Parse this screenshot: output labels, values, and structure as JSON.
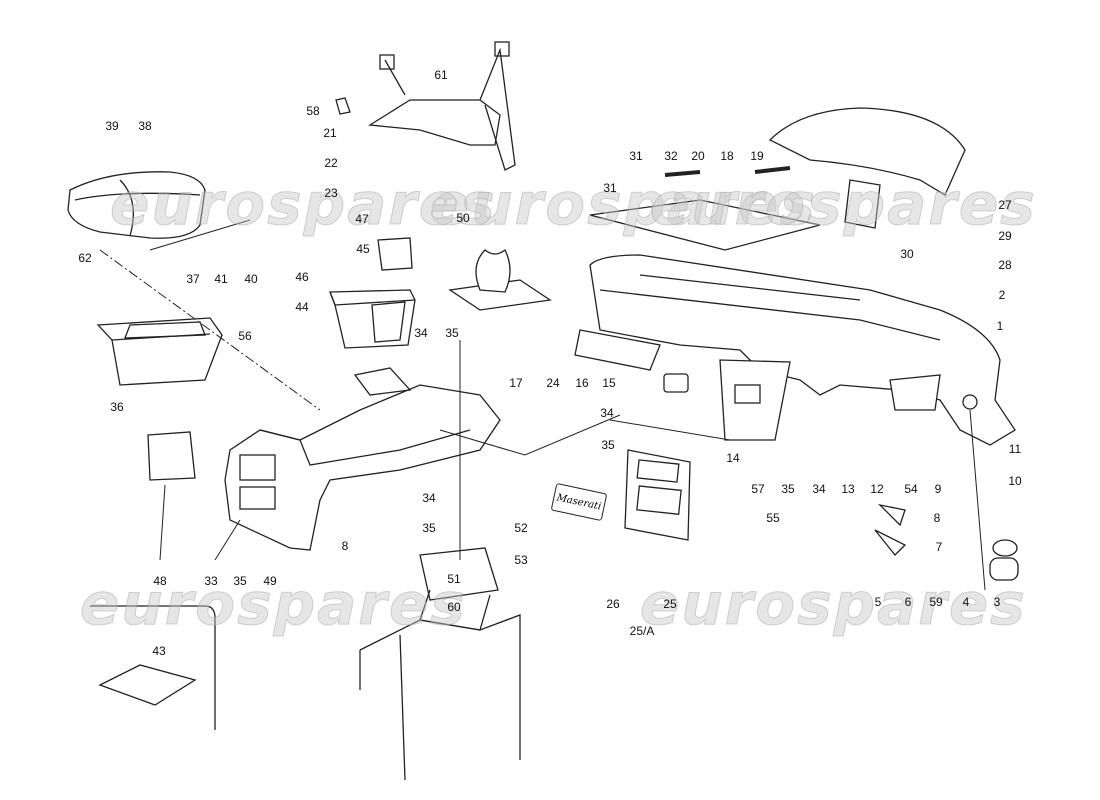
{
  "watermark": "eurospares",
  "badge_text": "Maserati",
  "callouts": [
    "39",
    "38",
    "62",
    "37",
    "41",
    "40",
    "61",
    "58",
    "21",
    "22",
    "23",
    "47",
    "45",
    "46",
    "44",
    "50",
    "34",
    "35",
    "56",
    "36",
    "31",
    "32",
    "20",
    "18",
    "19",
    "31",
    "27",
    "29",
    "30",
    "28",
    "2",
    "1",
    "17",
    "24",
    "16",
    "15",
    "34",
    "35",
    "14",
    "57",
    "35",
    "34",
    "55",
    "13",
    "12",
    "54",
    "9",
    "8",
    "11",
    "10",
    "7",
    "5",
    "6",
    "59",
    "4",
    "3",
    "48",
    "33",
    "35",
    "49",
    "8",
    "34",
    "35",
    "52",
    "53",
    "51",
    "60",
    "26",
    "25",
    "25/A",
    "43"
  ]
}
